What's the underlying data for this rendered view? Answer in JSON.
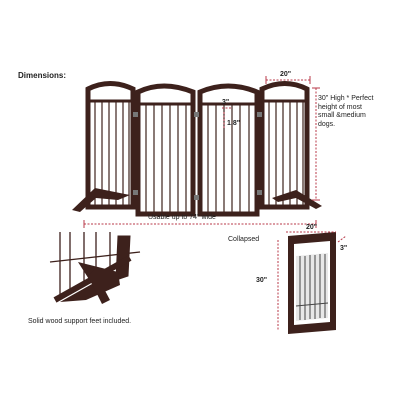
{
  "dimensions_label": "Dimensions:",
  "panel_width": "20\"",
  "height_note": "30\" High * Perfect height of most small &medium dogs.",
  "gap_top": "3\"",
  "gap_bottom": "1.8\"",
  "usable_width": "Usable up to 74\" wide",
  "collapsed_label": "Collapsed",
  "collapsed_width": "20\"",
  "collapsed_depth": "3\"",
  "collapsed_height": "30\"",
  "caption": "Solid wood support feet included.",
  "colors": {
    "wood": "#3d211c",
    "dim_line": "#b83a4a",
    "white_panel": "#ffffff"
  }
}
